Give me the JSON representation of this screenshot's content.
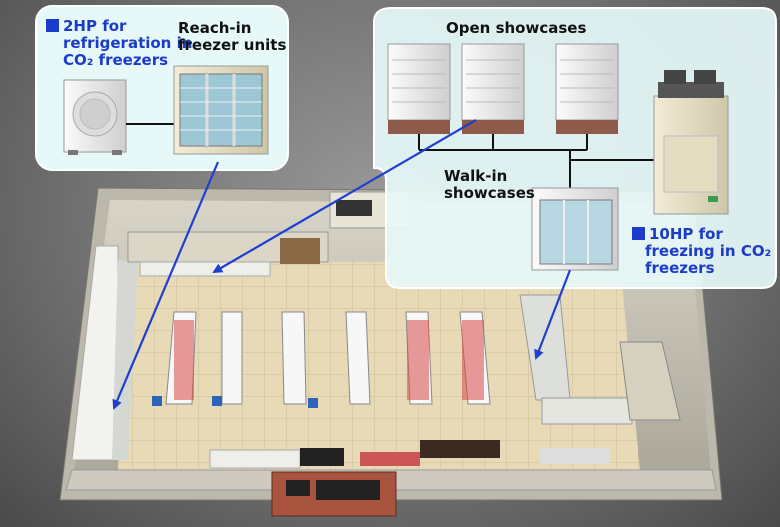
{
  "labels": {
    "hp2_line1": "2HP for",
    "hp2_line2": "refrigeration in",
    "hp2_line3": "CO₂ freezers",
    "reachin_line1": "Reach-in",
    "reachin_line2": "freezer units",
    "open_showcases": "Open showcases",
    "walkin_line1": "Walk-in",
    "walkin_line2": "showcases",
    "hp10_line1": "10HP for",
    "hp10_line2": "freezing in CO₂",
    "hp10_line3": "freezers"
  },
  "colors": {
    "callout_bg": "#e6f8f8",
    "label_blue": "#1a3cc8",
    "arrow_blue": "#1f3fd0",
    "floor": "#e7d9b5",
    "wall": "#c9c4b8"
  },
  "icons": [
    "outdoor-unit-2hp",
    "reach-in-freezer",
    "open-showcase",
    "walk-in-showcase",
    "outdoor-unit-10hp"
  ]
}
